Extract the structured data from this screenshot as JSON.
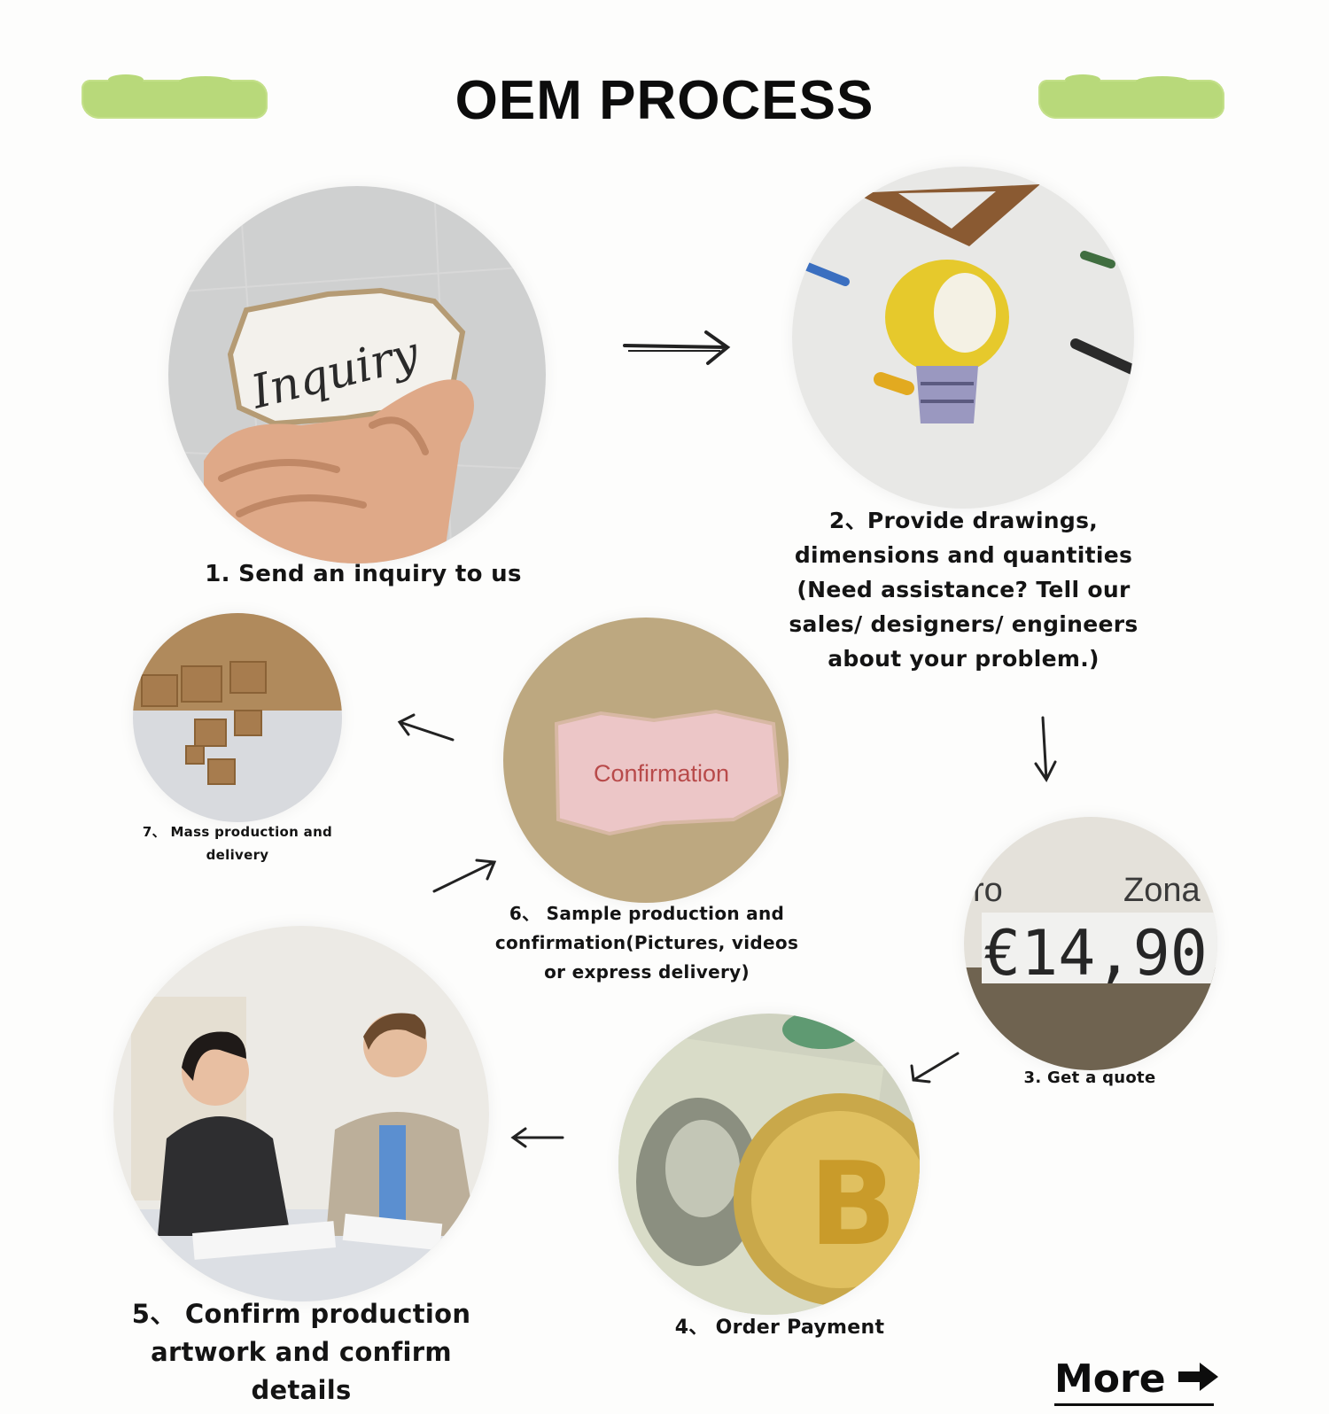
{
  "header": {
    "title": "OEM PROCESS",
    "accent_color": "#b8d97a"
  },
  "steps": [
    {
      "caption": "1. Send an inquiry to us",
      "image_text": "Inquiry",
      "icon": "inquiry-note-image"
    },
    {
      "caption_lines": [
        "2、Provide drawings,",
        "dimensions and quantities",
        "(Need assistance? Tell our",
        "sales/ designers/ engineers",
        "about your problem.)"
      ],
      "icon": "lightbulb-sketch-image"
    },
    {
      "caption": "3. Get a quote",
      "image_text_top": "Zona",
      "image_text_left": "ro",
      "image_text_price": "€14,90",
      "icon": "price-tag-image"
    },
    {
      "caption": "4、 Order Payment",
      "icon": "dollar-bitcoin-image"
    },
    {
      "caption_lines": [
        "5、 Confirm production",
        "artwork and confirm details"
      ],
      "icon": "business-meeting-image"
    },
    {
      "caption_lines": [
        "6、 Sample production and",
        "confirmation(Pictures, videos",
        "or express delivery)"
      ],
      "image_text": "Confirmation",
      "icon": "confirmation-paper-image"
    },
    {
      "caption_lines": [
        "7、 Mass production and",
        "delivery"
      ],
      "icon": "cardboard-boxes-image"
    }
  ],
  "more": {
    "label": "More",
    "icon": "right-arrow-icon"
  }
}
